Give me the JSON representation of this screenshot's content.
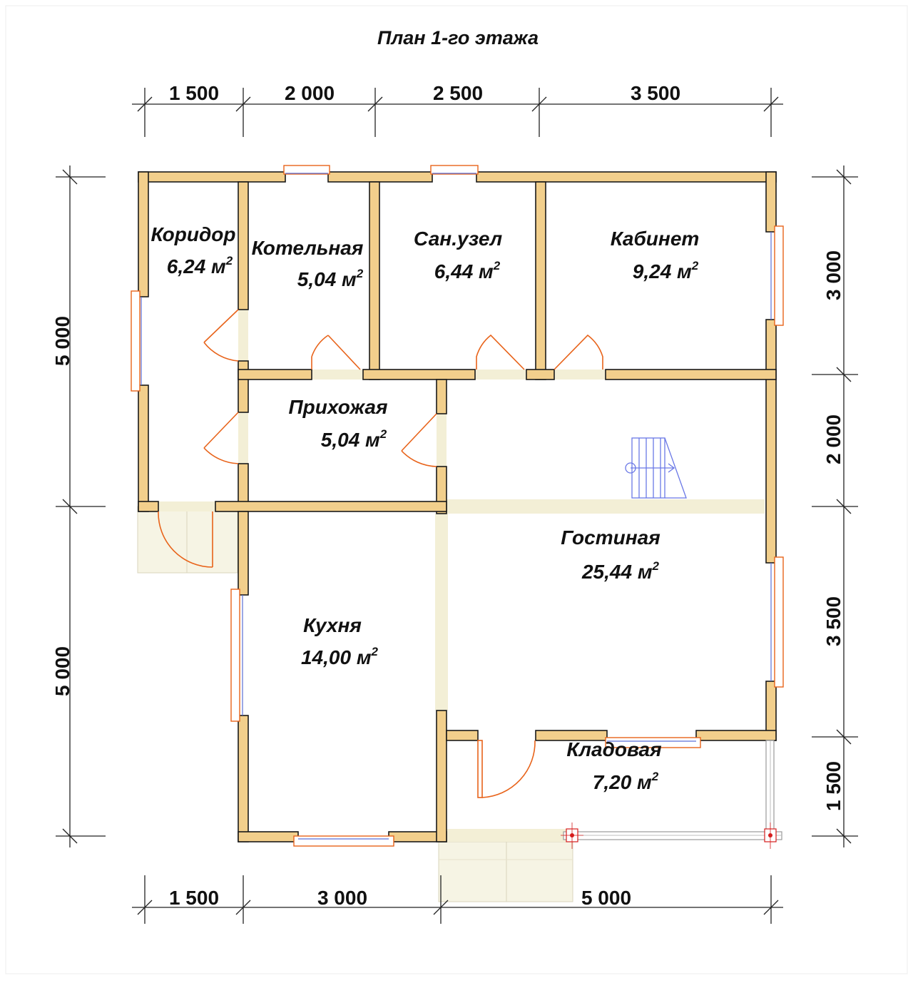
{
  "title": "План 1-го этажа",
  "dimensions": {
    "top": [
      "1 500",
      "2 000",
      "2 500",
      "3 500"
    ],
    "bottom": [
      "1 500",
      "3 000",
      "5 000"
    ],
    "left": [
      "5 000",
      "5 000"
    ],
    "right": [
      "3 000",
      "2 000",
      "3 500",
      "1 500"
    ]
  },
  "rooms": [
    {
      "name": "Коридор",
      "area": "6,24 м",
      "sup": "2"
    },
    {
      "name": "Котельная",
      "area": "5,04 м",
      "sup": "2"
    },
    {
      "name": "Сан.узел",
      "area": "6,44 м",
      "sup": "2"
    },
    {
      "name": "Кабинет",
      "area": "9,24 м",
      "sup": "2"
    },
    {
      "name": "Прихожая",
      "area": "5,04 м",
      "sup": "2"
    },
    {
      "name": "Гостиная",
      "area": "25,44 м",
      "sup": "2"
    },
    {
      "name": "Кухня",
      "area": "14,00 м",
      "sup": "2"
    },
    {
      "name": "Кладовая",
      "area": "7,20 м",
      "sup": "2"
    }
  ],
  "colors": {
    "wall": "#f2cf8c",
    "door": "#e8631a",
    "window_glass": "#5a6fd6",
    "opening": "#f3efd6"
  }
}
